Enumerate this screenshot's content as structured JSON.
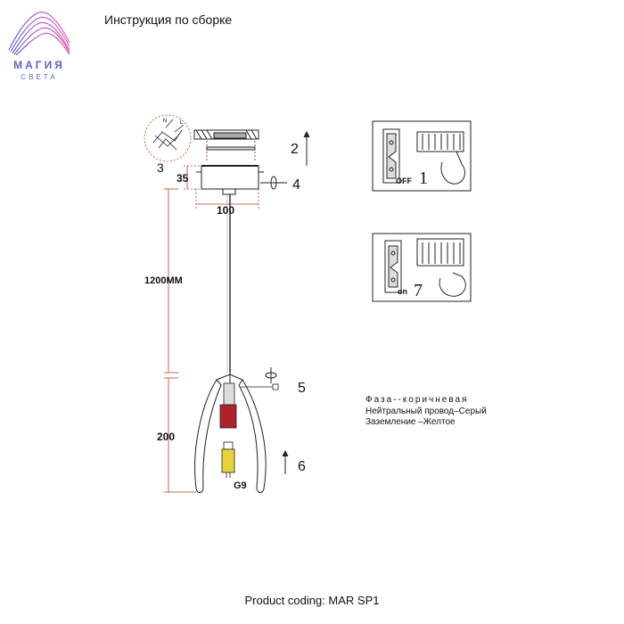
{
  "header": {
    "title": "Инструкция по сборке"
  },
  "logo": {
    "name": "МАГИЯ",
    "sub": "СВЕТА"
  },
  "dimensions": {
    "canopy_height": "35",
    "canopy_width": "100",
    "cable_length": "1200MM",
    "shade_height": "200",
    "bulb_type": "G9"
  },
  "steps": {
    "s1": "1",
    "s2": "2",
    "s3": "3",
    "s4": "4",
    "s5": "5",
    "s6": "6",
    "s7": "7"
  },
  "panels": {
    "off_label": "OFF",
    "on_label": "on"
  },
  "mount_letters": {
    "n": "N",
    "l": "L"
  },
  "wiring": {
    "phase": "Фаза--коричневая",
    "neutral": "Нейтральный провод–Серый",
    "ground": "Заземление –Желтое"
  },
  "footer": {
    "product_coding": "Product coding: MAR SP1"
  },
  "colors": {
    "dimension_line": "#c0392b",
    "logo_accent": "#5a63c4",
    "bulb": "#e8d23a",
    "socket": "#b2202a"
  }
}
